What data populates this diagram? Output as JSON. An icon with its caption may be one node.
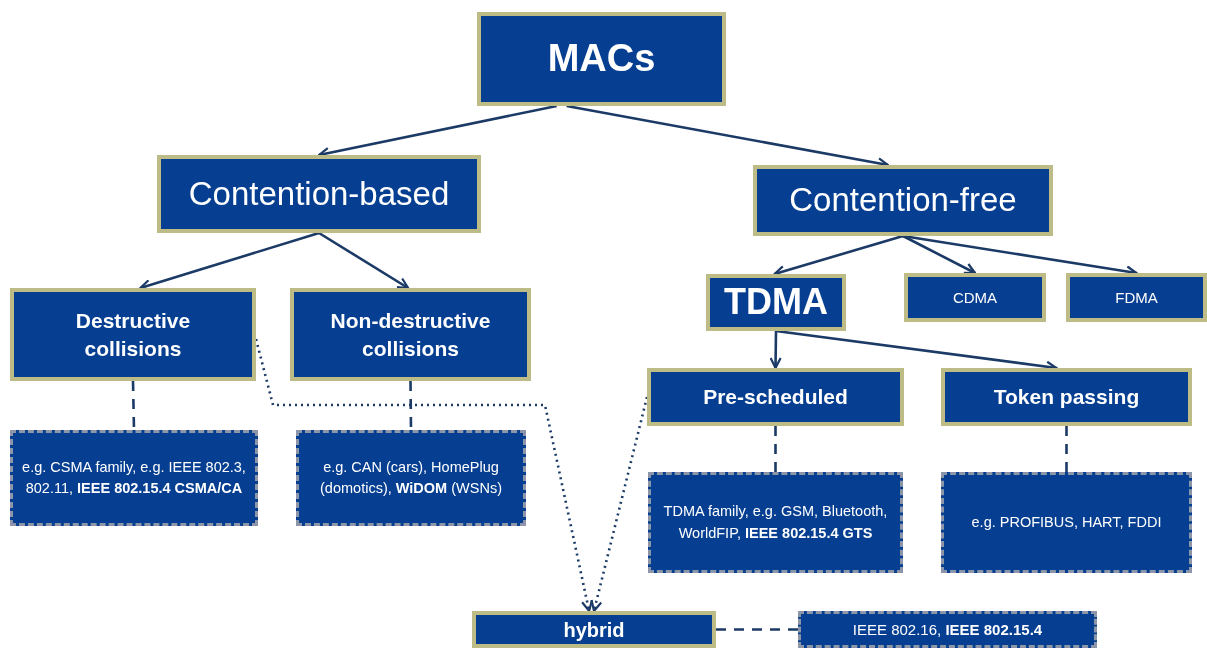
{
  "diagram": {
    "nodes": [
      {
        "text": [
          "MACs"
        ]
      },
      {
        "text": [
          "Contention-based"
        ]
      },
      {
        "text": [
          "Contention-free"
        ]
      },
      {
        "text": [
          "Destructive collisions"
        ]
      },
      {
        "text": [
          "Non-destructive collisions"
        ]
      },
      {
        "text": [
          "TDMA"
        ]
      },
      {
        "text": [
          "CDMA"
        ]
      },
      {
        "text": [
          "FDMA"
        ]
      },
      {
        "text": [
          "Pre-scheduled"
        ]
      },
      {
        "text": [
          "Token passing"
        ]
      },
      {
        "text": [
          "e.g. CSMA family, e.g. IEEE 802.3, 802.11, **IEEE 802.15.4 CSMA/CA**"
        ]
      },
      {
        "text": [
          "e.g. CAN (cars), HomePlug (domotics), **WiDOM** (WSNs)"
        ]
      },
      {
        "text": [
          "TDMA family, e.g. GSM, Bluetooth,  WorldFIP, **IEEE 802.15.4 GTS**"
        ]
      },
      {
        "text": [
          "e.g. PROFIBUS, HART, FDDI"
        ]
      },
      {
        "text": [
          "hybrid"
        ]
      },
      {
        "text": [
          "IEEE 802.16, **IEEE 802.15.4**"
        ]
      }
    ],
    "edges": [
      {
        "from": 0,
        "to": 1,
        "arrow": "to"
      },
      {
        "from": 0,
        "to": 2,
        "arrow": "to"
      },
      {
        "from": 1,
        "to": 3,
        "arrow": "to"
      },
      {
        "from": 1,
        "to": 4,
        "arrow": "to"
      },
      {
        "from": 2,
        "to": 5,
        "arrow": "to"
      },
      {
        "from": 2,
        "to": 6,
        "arrow": "to"
      },
      {
        "from": 2,
        "to": 7,
        "arrow": "to"
      },
      {
        "from": 5,
        "to": 8,
        "arrow": "to"
      },
      {
        "from": 5,
        "to": 9,
        "arrow": "to"
      },
      {
        "from": 3,
        "to": 10,
        "arrow": "none",
        "style": "dashed"
      },
      {
        "from": 4,
        "to": 11,
        "arrow": "none",
        "style": "dashed"
      },
      {
        "from": 8,
        "to": 12,
        "arrow": "none",
        "style": "dashed"
      },
      {
        "from": 9,
        "to": 13,
        "arrow": "none",
        "style": "dashed"
      },
      {
        "from": 3,
        "to": 14,
        "arrow": "to",
        "style": "dashed"
      },
      {
        "from": 8,
        "to": 14,
        "arrow": "to",
        "style": "dashed"
      },
      {
        "from": 14,
        "to": 15,
        "arrow": "none",
        "style": "dashed"
      }
    ]
  }
}
